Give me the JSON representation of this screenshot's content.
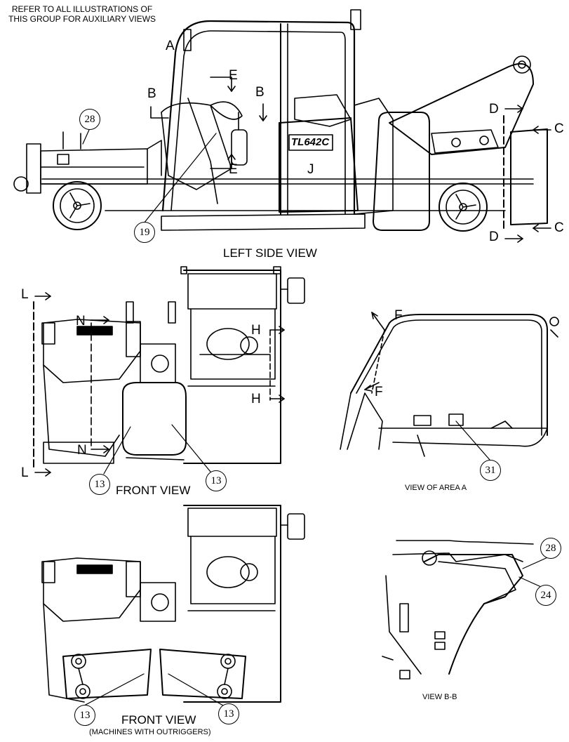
{
  "note": {
    "line1": "REFER TO ALL ILLUSTRATIONS OF",
    "line2": "THIS GROUP FOR AUXILIARY VIEWS"
  },
  "views": {
    "left_side": "LEFT SIDE VIEW",
    "front": "FRONT VIEW",
    "front_outriggers": "FRONT VIEW",
    "front_outriggers_sub": "(MACHINES WITH OUTRIGGERS)",
    "area_a": "VIEW OF AREA A",
    "view_bb": "VIEW B-B"
  },
  "machine_badge": "TL642C",
  "section_letters": {
    "a": "A",
    "b1": "B",
    "b2": "B",
    "e1": "E",
    "e2": "E",
    "j": "J",
    "d1": "D",
    "d2": "D",
    "c1": "C",
    "c2": "C",
    "l1": "L",
    "l2": "L",
    "n1": "N",
    "n2": "N",
    "h1": "H",
    "h2": "H",
    "f1": "F",
    "f2": "F"
  },
  "callouts": {
    "c28_side": "28",
    "c19": "19",
    "c13_front_left": "13",
    "c13_front_right": "13",
    "c31": "31",
    "c28_bb": "28",
    "c24": "24",
    "c13_out_left": "13",
    "c13_out_right": "13"
  }
}
